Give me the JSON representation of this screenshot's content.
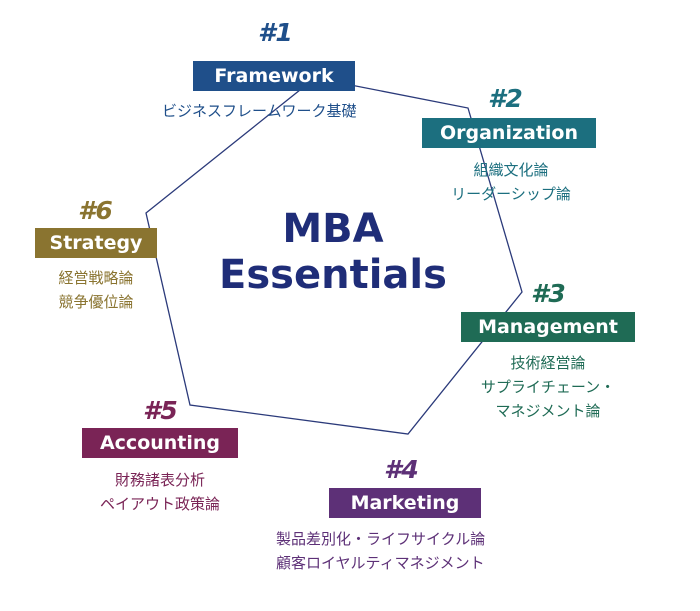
{
  "colors": {
    "frame_line": "#2b3a7a",
    "center_text": "#1f2d78",
    "framework": "#1f4f8a",
    "organization": "#1c6f7f",
    "management": "#1f6b55",
    "marketing": "#5d3077",
    "accounting": "#7a2456",
    "strategy": "#8a7430"
  },
  "center": {
    "line1": "MBA",
    "line2": "Essentials"
  },
  "nodes": {
    "framework": {
      "number": "#1",
      "title": "Framework",
      "lines": [
        "ビジネスフレームワーク基礎"
      ]
    },
    "organization": {
      "number": "#2",
      "title": "Organization",
      "lines": [
        "組織文化論",
        "リーダーシップ論"
      ]
    },
    "management": {
      "number": "#3",
      "title": "Management",
      "lines": [
        "技術経営論",
        "サプライチェーン・",
        "マネジメント論"
      ]
    },
    "marketing": {
      "number": "#4",
      "title": "Marketing",
      "lines": [
        "製品差別化・ライフサイクル論",
        "顧客ロイヤルティマネジメント"
      ]
    },
    "accounting": {
      "number": "#5",
      "title": "Accounting",
      "lines": [
        "財務諸表分析",
        "ペイアウト政策論"
      ]
    },
    "strategy": {
      "number": "#6",
      "title": "Strategy",
      "lines": [
        "経営戦略論",
        "競争優位論"
      ]
    }
  }
}
